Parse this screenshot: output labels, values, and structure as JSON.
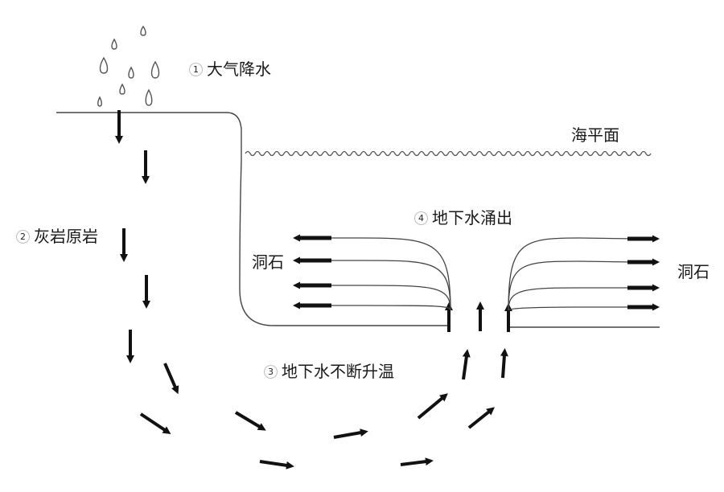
{
  "labels": {
    "step1": {
      "num": "1",
      "text": "大气降水"
    },
    "step2": {
      "num": "2",
      "text": "灰岩原岩"
    },
    "step3": {
      "num": "3",
      "text": "地下水不断升温"
    },
    "step4": {
      "num": "4",
      "text": "地下水涌出"
    },
    "sea_level": "海平面",
    "stalactite_left": "洞石",
    "stalactite_right": "洞石"
  },
  "colors": {
    "ink": "#111111",
    "line": "#444444",
    "drop": "#555555"
  }
}
